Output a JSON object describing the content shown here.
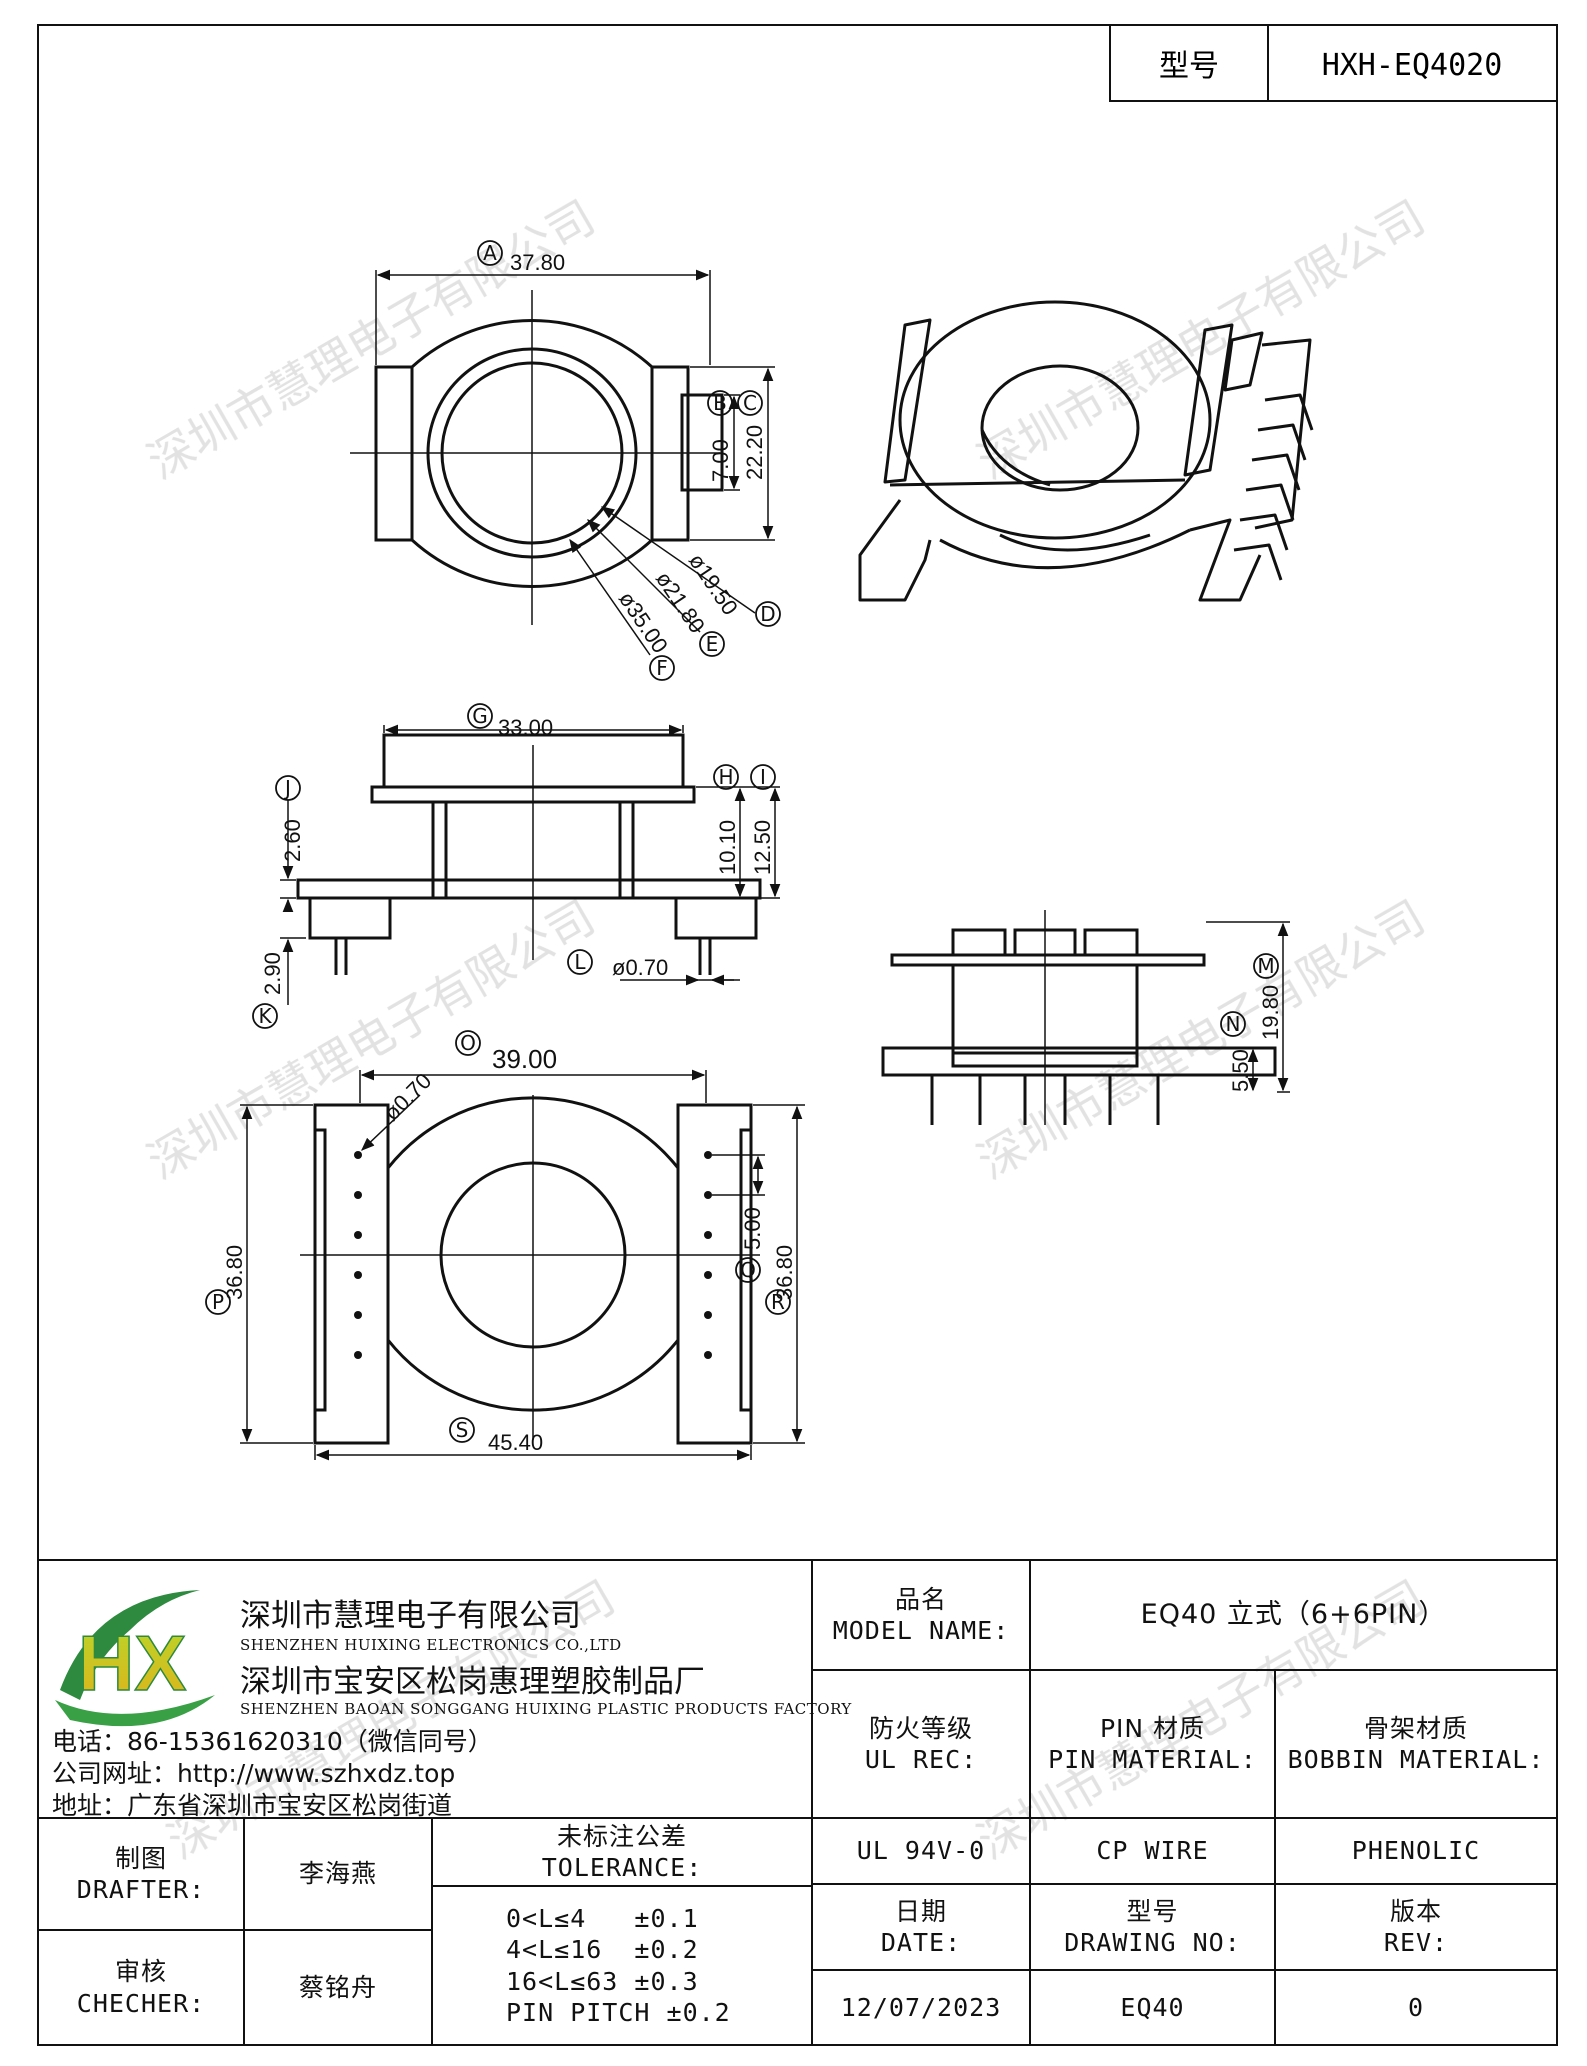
{
  "header": {
    "model_label": "型号",
    "model_value": "HXH-EQ4020"
  },
  "drawing": {
    "watermark": "深圳市慧理电子有限公司",
    "top_view": {
      "A": "37.80",
      "B": "7.00",
      "C": "22.20",
      "D": "ø19.50",
      "E": "ø21.80",
      "F": "ø35.00"
    },
    "side_view": {
      "G": "33.00",
      "H": "10.10",
      "I": "12.50",
      "J": "2.60",
      "K": "2.90",
      "L": "ø0.70"
    },
    "right_view": {
      "M": "19.80",
      "N": "5.50"
    },
    "bottom_view": {
      "O": "39.00",
      "pin_dia": "ø0.70",
      "P": "36.80",
      "Q": "5.00",
      "R": "36.80",
      "S": "45.40"
    },
    "letters": [
      "A",
      "B",
      "C",
      "D",
      "E",
      "F",
      "G",
      "H",
      "I",
      "J",
      "K",
      "L",
      "M",
      "N",
      "O",
      "P",
      "Q",
      "R",
      "S"
    ]
  },
  "company": {
    "logo_letters": "HX",
    "name_cn": "深圳市慧理电子有限公司",
    "name_en": "SHENZHEN HUIXING ELECTRONICS CO.,LTD",
    "factory_cn": "深圳市宝安区松岗惠理塑胶制品厂",
    "factory_en": "SHENZHEN BAOAN SONGGANG HUIXING PLASTIC PRODUCTS FACTORY",
    "phone": "电话：86-15361620310（微信同号）",
    "website": "公司网址：http://www.szhxdz.top",
    "address": "地址：广东省深圳市宝安区松岗街道"
  },
  "title_block": {
    "product_name_cn": "品名",
    "product_name_en": "MODEL NAME:",
    "product_name_value": "EQ40 立式（6+6PIN）",
    "fire_rating_cn": "防火等级",
    "fire_rating_en": "UL REC:",
    "pin_material_cn": "PIN 材质",
    "pin_material_en": "PIN MATERIAL:",
    "bobbin_material_cn": "骨架材质",
    "bobbin_material_en": "BOBBIN MATERIAL:",
    "fire_rating_value": "UL 94V-0",
    "pin_material_value": "CP WIRE",
    "bobbin_material_value": "PHENOLIC",
    "drafter_cn": "制图",
    "drafter_en": "DRAFTER:",
    "drafter_value": "李海燕",
    "checker_cn": "审核",
    "checker_en": "CHECHER:",
    "checker_value": "蔡铭舟",
    "tolerance_cn": "未标注公差",
    "tolerance_en": "TOLERANCE:",
    "tolerance_rows": [
      "0<L≤4   ±0.1",
      "4<L≤16  ±0.2",
      "16<L≤63 ±0.3",
      "PIN PITCH ±0.2"
    ],
    "date_cn": "日期",
    "date_en": "DATE:",
    "drawing_no_cn": "型号",
    "drawing_no_en": "DRAWING NO:",
    "rev_cn": "版本",
    "rev_en": "REV:",
    "date_value": "12/07/2023",
    "drawing_no_value": "EQ40",
    "rev_value": "0"
  }
}
